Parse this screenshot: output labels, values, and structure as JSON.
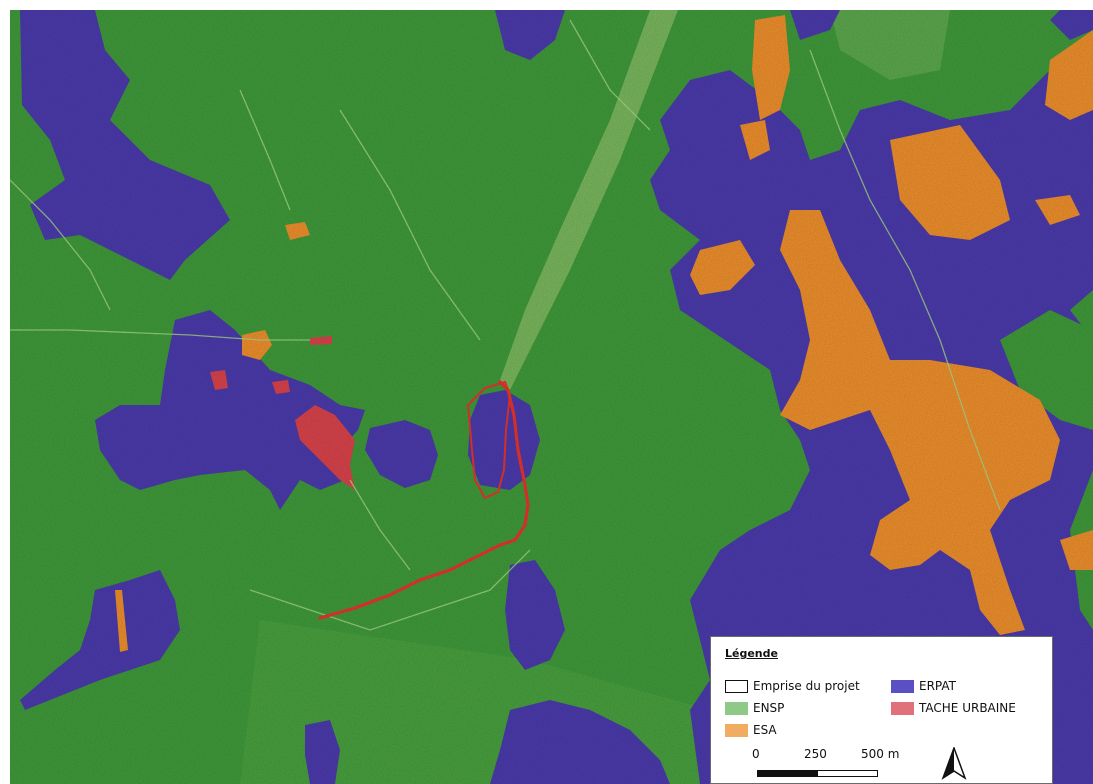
{
  "legend": {
    "title": "Légende",
    "items": [
      {
        "label": "Emprise du projet",
        "kind": "outline"
      },
      {
        "label": "ERPAT",
        "color": "#5b4fc4"
      },
      {
        "label": "ENSP",
        "color": "#8fc987"
      },
      {
        "label": "TACHE URBAINE",
        "color": "#e0707a"
      },
      {
        "label": "ESA",
        "color": "#f0ad62"
      }
    ],
    "scale": {
      "labels": [
        "0",
        "250",
        "500 m"
      ]
    }
  },
  "colors": {
    "ensp": "#3f9a3a",
    "erpat": "#4b3aac",
    "esa": "#ee8f2c",
    "tache_urbaine": "#d9434b",
    "project_line": "#e8332c"
  }
}
